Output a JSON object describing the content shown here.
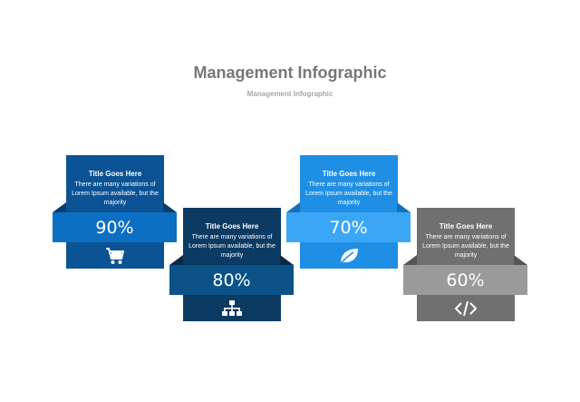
{
  "header": {
    "title": "Management Infographic",
    "subtitle": "Management Infographic"
  },
  "cards": [
    {
      "title": "Title Goes Here",
      "text": "There are many variations of Lorem Ipsum available, but the majority",
      "percent": "90%",
      "icon": "shopping-cart-icon",
      "colors": {
        "top": "#0b5394",
        "band": "#0b6fc4",
        "bottom": "#0b5394",
        "fold": "#0a3d6e"
      }
    },
    {
      "title": "Title Goes Here",
      "text": "There are many variations of Lorem Ipsum available, but the majority",
      "percent": "80%",
      "icon": "org-chart-icon",
      "colors": {
        "top": "#0b3a63",
        "band": "#0b5288",
        "bottom": "#0b3a63",
        "fold": "#082b4a"
      }
    },
    {
      "title": "Title Goes Here",
      "text": "There are many variations of Lorem Ipsum available, but the majority",
      "percent": "70%",
      "icon": "leaf-icon",
      "colors": {
        "top": "#1f8fe5",
        "band": "#3ba6f5",
        "bottom": "#1f8fe5",
        "fold": "#1670b8"
      }
    },
    {
      "title": "Title Goes Here",
      "text": "There are many variations of Lorem Ipsum available, but the majority",
      "percent": "60%",
      "icon": "code-icon",
      "colors": {
        "top": "#707070",
        "band": "#9a9a9a",
        "bottom": "#707070",
        "fold": "#555555"
      }
    }
  ]
}
